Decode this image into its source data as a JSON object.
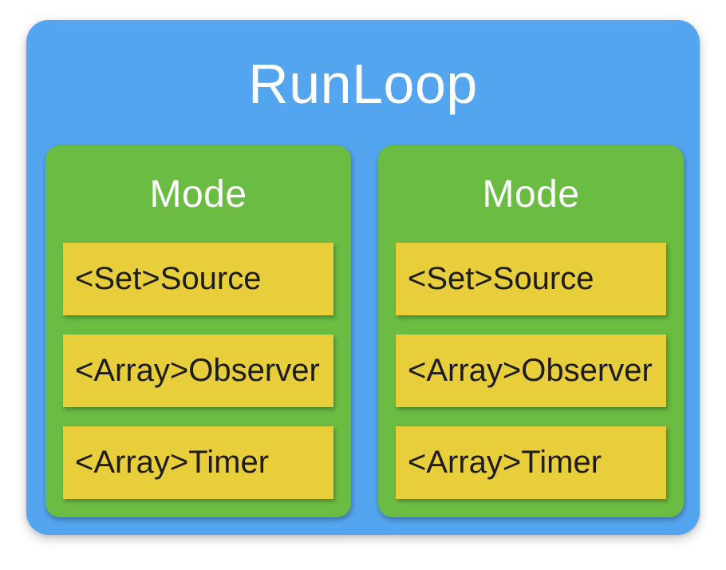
{
  "diagram": {
    "title": "RunLoop",
    "modes": [
      {
        "title": "Mode",
        "items": [
          "<Set>Source",
          "<Array>Observer",
          "<Array>Timer"
        ]
      },
      {
        "title": "Mode",
        "items": [
          "<Set>Source",
          "<Array>Observer",
          "<Array>Timer"
        ]
      }
    ],
    "colors": {
      "page_background": "#ffffff",
      "container": "#54a5f0",
      "mode_box": "#6abc43",
      "item_box": "#e9ce3c",
      "title_text": "#ffffff",
      "item_text": "#1c1c1c"
    }
  }
}
